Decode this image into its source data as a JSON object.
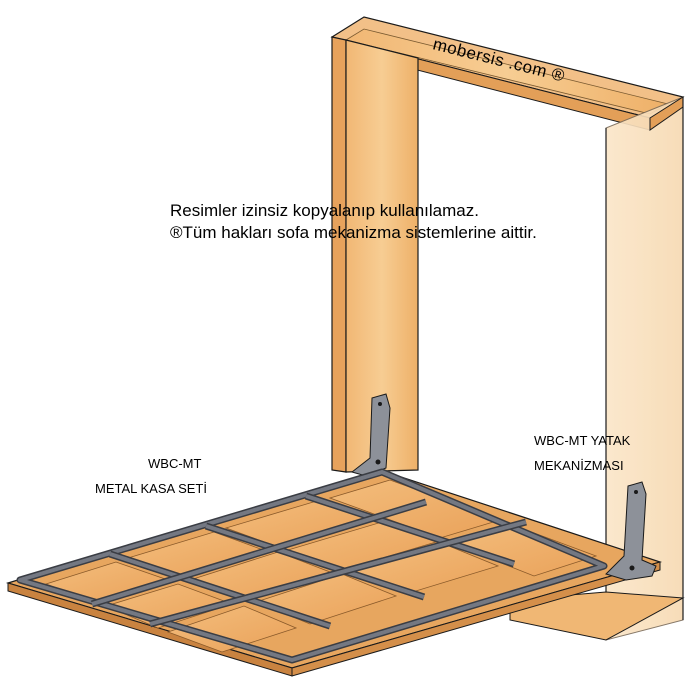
{
  "brand_text": "mobersis .com ®",
  "notice": {
    "line1": "Resimler izinsiz kopyalanıp kullanılamaz.",
    "line2": "®Tüm hakları sofa mekanizma sistemlerine aittir."
  },
  "left_label": {
    "line1": "WBC-MT",
    "line2": "METAL KASA SETİ"
  },
  "right_label": {
    "line1": "WBC-MT  YATAK",
    "line2": "MEKANİZMASI"
  },
  "colors": {
    "wood_light": "#f6c98f",
    "wood_mid": "#eeb36b",
    "wood_edge": "#d9944a",
    "metal": "#6c7079",
    "metal_dark": "#3a3d44",
    "outline": "#1a1a1a"
  }
}
